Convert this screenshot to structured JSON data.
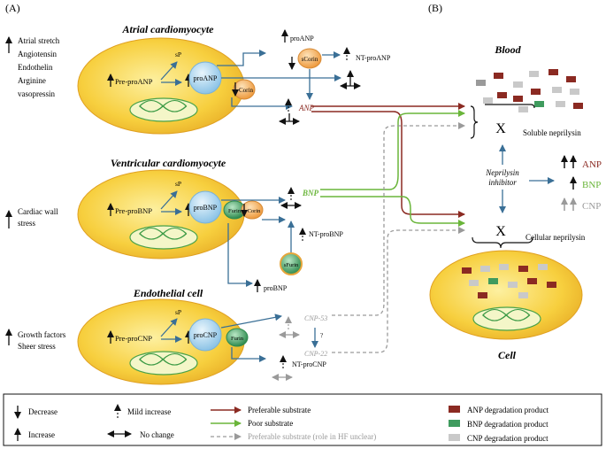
{
  "panels": {
    "a": "(A)",
    "b": "(B)"
  },
  "cells": {
    "atrial": {
      "title": "Atrial cardiomyocyte",
      "stimuli": [
        "Atrial stretch",
        "Angiotensin",
        "Endothelin",
        "Arginine",
        "vasopressin"
      ],
      "pre": "Pre-proANP",
      "sp": "sP",
      "pro": "proANP",
      "corin": "Corin",
      "scorin": "sCorin",
      "pro_out": "proANP",
      "ntpro": "NT-proANP",
      "peptide": "ANP"
    },
    "ventricular": {
      "title": "Ventricular cardiomyocyte",
      "stimuli": [
        "Cardiac wall",
        "stress"
      ],
      "pre": "Pre-proBNP",
      "sp": "sP",
      "pro": "proBNP",
      "furin": "Furin",
      "corin": "Corin",
      "sfurin": "sFurin",
      "ntpro": "NT-proBNP",
      "pro_out": "proBNP",
      "peptide": "BNP"
    },
    "endothelial": {
      "title": "Endothelial cell",
      "stimuli": [
        "Growth factors",
        "Sheer stress"
      ],
      "pre": "Pre-proCNP",
      "sp": "sP",
      "pro": "proCNP",
      "furin": "Furin",
      "cnp53": "CNP-53",
      "q": "?",
      "cnp22": "CNP-22",
      "ntpro": "NT-proCNP"
    }
  },
  "blood": {
    "title": "Blood",
    "soluble": "Soluble neprilysin",
    "x": "X"
  },
  "cell_b": {
    "title": "Cell",
    "cellular": "Cellular neprilysin",
    "x": "X"
  },
  "inhibitor": {
    "line1": "Neprilysin",
    "line2": "inhibitor",
    "anp": "ANP",
    "bnp": "BNP",
    "cnp": "CNP"
  },
  "legend": {
    "decrease": "Decrease",
    "increase": "Increase",
    "mild": "Mild increase",
    "nochange": "No change",
    "preferable": "Preferable substrate",
    "poor": "Poor substrate",
    "unclear": "Preferable substrate (role in HF unclear)",
    "anp_deg": "ANP degradation product",
    "bnp_deg": "BNP degradation product",
    "cnp_deg": "CNP degradation product"
  },
  "colors": {
    "anp": "#8b2a22",
    "bnp": "#6ab53a",
    "cnp": "#9a9a9a",
    "arrow_blue": "#3a6f96",
    "cell_fill": "#f6c93a",
    "corin": "#f2a04a",
    "furin": "#3f9b5e",
    "pro": "#a9d4ee"
  }
}
